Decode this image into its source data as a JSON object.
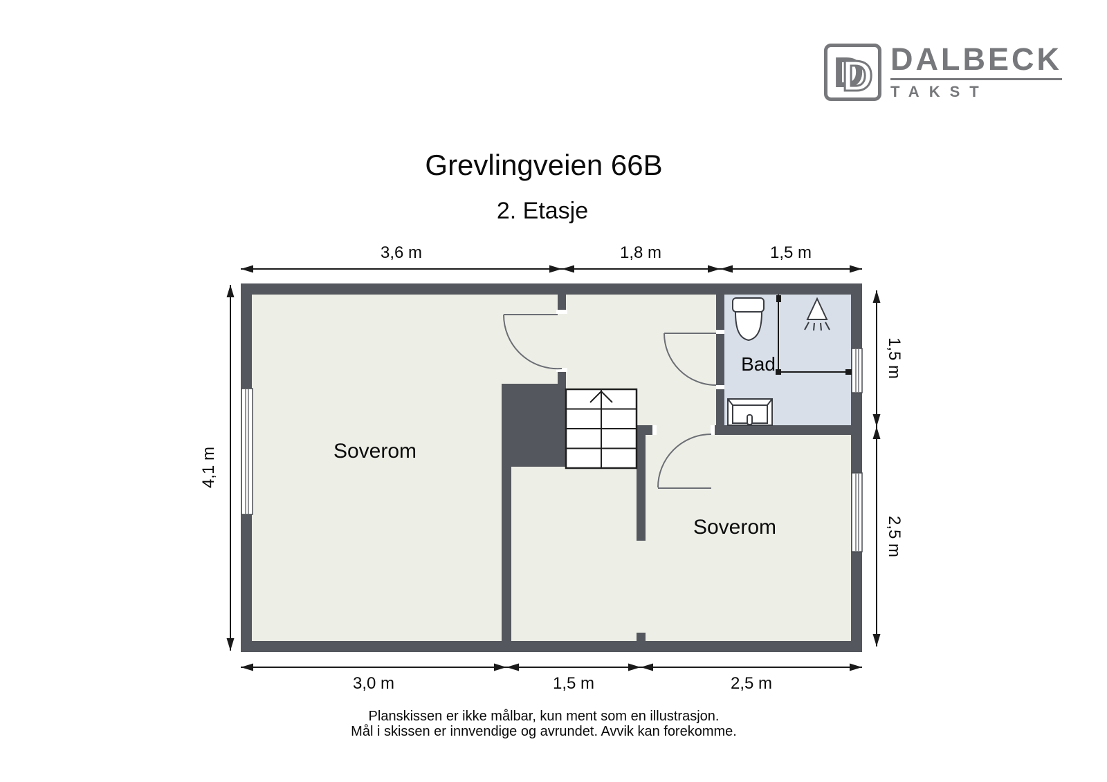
{
  "logo": {
    "brand": "DALBECK",
    "sub": "TAKST",
    "monogram": "D"
  },
  "header": {
    "title": "Grevlingveien 66B",
    "subtitle": "2. Etasje"
  },
  "rooms": {
    "bedroom_left": {
      "label": "Soverom"
    },
    "bedroom_right": {
      "label": "Soverom"
    },
    "bathroom": {
      "label": "Bad"
    }
  },
  "dimensions": {
    "top": [
      "3,6 m",
      "1,8 m",
      "1,5 m"
    ],
    "bottom": [
      "3,0 m",
      "1,5 m",
      "2,5 m"
    ],
    "left": [
      "4,1 m"
    ],
    "right": [
      "1,5 m",
      "2,5 m"
    ]
  },
  "footer": {
    "line1": "Planskissen er ikke målbar, kun ment som en illustrasjon.",
    "line2": "Mål i skissen er innvendige og avrundet. Avvik kan forekomme."
  },
  "icons": {
    "toilet-icon": "tank + oval bowl outline",
    "shower-icon": "triangle spray head with jet lines",
    "sink-icon": "rect vanity with inner basin and tap",
    "stairs-up-arrow-icon": "chevron arrow on tread grid",
    "door-swing-icon": "quarter-circle arc with leaf",
    "window-icon": "double-line white strip in wall"
  },
  "colors": {
    "wall": "#54575d",
    "floor": "#edeee6",
    "bath": "#d8dfe9",
    "line": "#1a1a1a",
    "door_arc": "#6b6e74",
    "brand": "#77787b",
    "bg": "#ffffff"
  }
}
